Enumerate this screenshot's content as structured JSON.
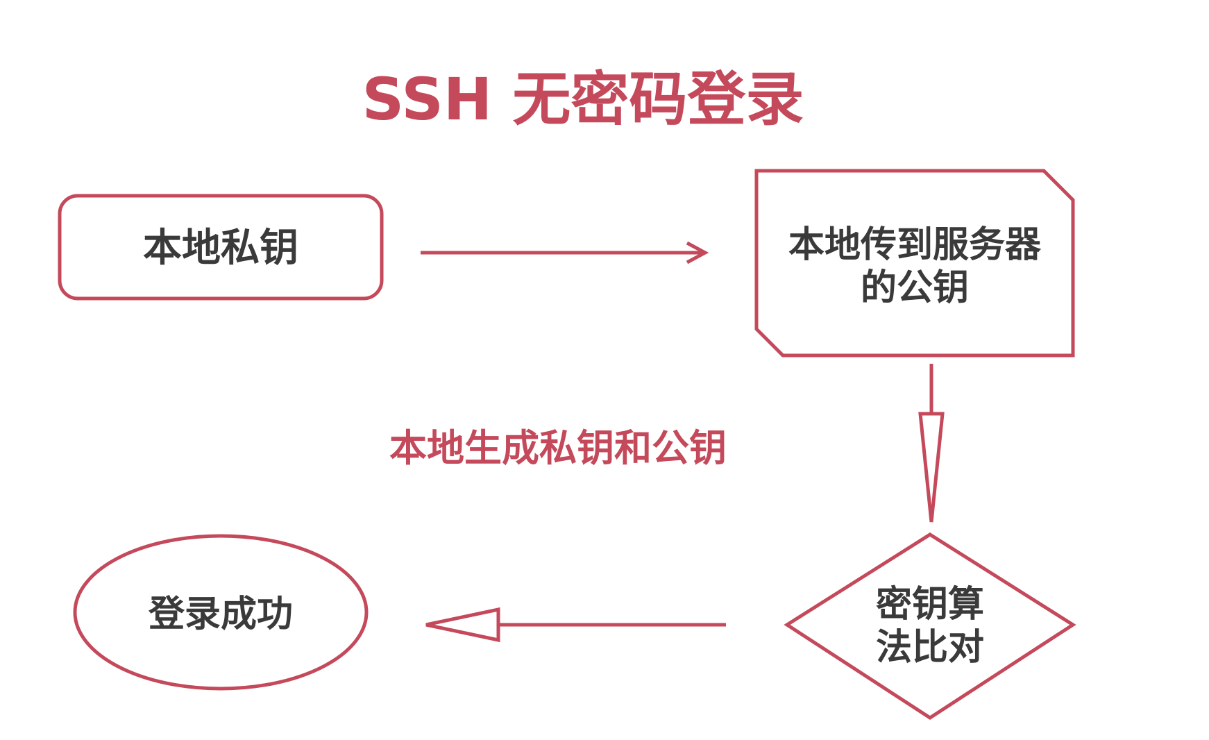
{
  "title": "SSH 无密码登录",
  "caption": "本地生成私钥和公钥",
  "nodes": {
    "private_key": "本地私钥",
    "public_key_line1": "本地传到服务器",
    "public_key_line2": "的公钥",
    "compare_line1": "密钥算",
    "compare_line2": "法比对",
    "success": "登录成功"
  },
  "colors": {
    "accent": "#c4495b",
    "text": "#3a3a3a",
    "background": "#ffffff"
  }
}
